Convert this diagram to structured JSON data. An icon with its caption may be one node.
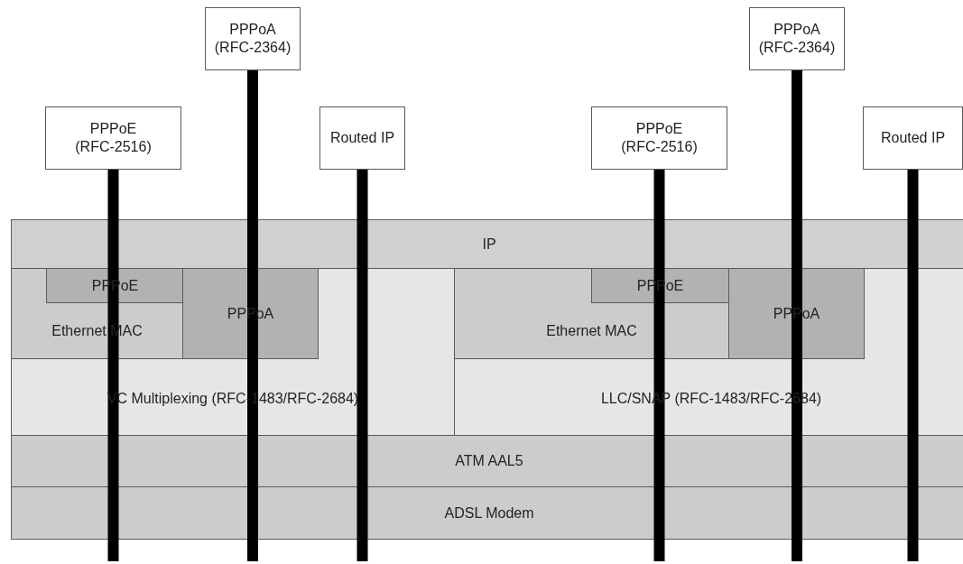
{
  "diagram": {
    "nodes": [
      {
        "text": [
          "PPPoA (RFC-2364)"
        ]
      },
      {
        "text": [
          "PPPoA (RFC-2364)"
        ]
      },
      {
        "text": [
          "PPPoE (RFC-2516)"
        ]
      },
      {
        "text": [
          "Routed IP"
        ]
      },
      {
        "text": [
          "PPPoE (RFC-2516)"
        ]
      },
      {
        "text": [
          "Routed IP"
        ]
      },
      {
        "text": [
          "IP"
        ]
      },
      {
        "text": [
          "VC Multiplexing (RFC-1483/RFC-2684)"
        ]
      },
      {
        "text": [
          "Ethernet MAC"
        ],
        "in": 7
      },
      {
        "text": [
          "PPPoE"
        ],
        "in": 8
      },
      {
        "text": [
          "PPPoA"
        ],
        "in": 7
      },
      {
        "text": [
          "LLC/SNAP (RFC-1483/RFC-2684)"
        ]
      },
      {
        "text": [
          "Ethernet MAC"
        ],
        "in": 11
      },
      {
        "text": [
          "PPPoE"
        ],
        "in": 12
      },
      {
        "text": [
          "PPPoA"
        ],
        "in": 11
      },
      {
        "text": [
          "ATM AAL5"
        ]
      },
      {
        "text": [
          "ADSL Modem"
        ]
      }
    ],
    "edges": [
      {
        "from": 2,
        "to": null,
        "arrow": "none"
      },
      {
        "from": 0,
        "to": null,
        "arrow": "none"
      },
      {
        "from": 3,
        "to": null,
        "arrow": "none"
      },
      {
        "from": 4,
        "to": null,
        "arrow": "none"
      },
      {
        "from": 1,
        "to": null,
        "arrow": "none"
      },
      {
        "from": 5,
        "to": null,
        "arrow": "none"
      }
    ]
  }
}
